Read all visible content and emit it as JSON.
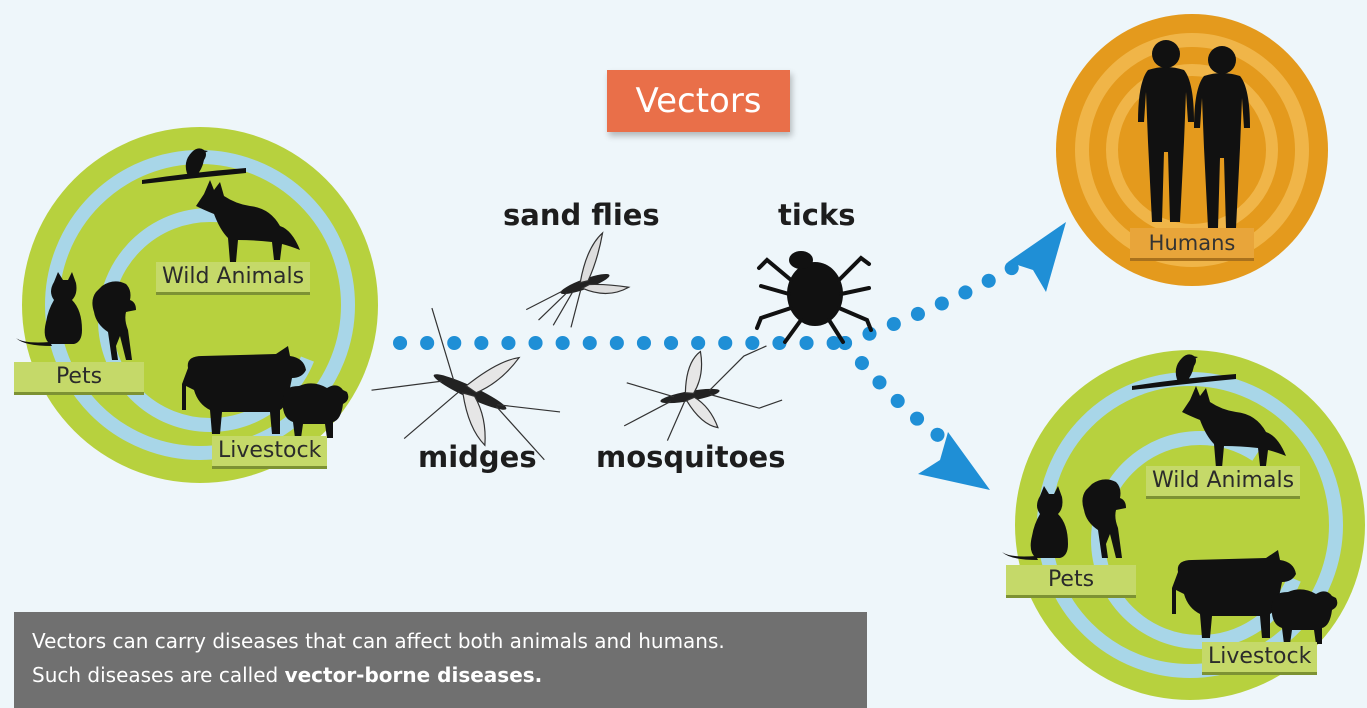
{
  "title": "Vectors",
  "vectors": {
    "sand_flies": "sand flies",
    "ticks": "ticks",
    "midges": "midges",
    "mosquitoes": "mosquitoes"
  },
  "left_circle": {
    "wild_animals": "Wild Animals",
    "pets": "Pets",
    "livestock": "Livestock"
  },
  "humans_circle": {
    "humans": "Humans"
  },
  "right_circle": {
    "wild_animals": "Wild Animals",
    "pets": "Pets",
    "livestock": "Livestock"
  },
  "caption": {
    "line1": "Vectors can carry diseases that can affect both animals and humans.",
    "line2_prefix": "Such diseases are called ",
    "line2_bold": "vector-borne diseases."
  },
  "colors": {
    "background": "#eef6fa",
    "animal_ring": "#b7d13e",
    "inner_ring": "#a8d6e8",
    "human_ring": "#e49a1d",
    "arrow": "#1f8fd6",
    "title_box": "#e96f49",
    "caption_box": "#707070"
  }
}
